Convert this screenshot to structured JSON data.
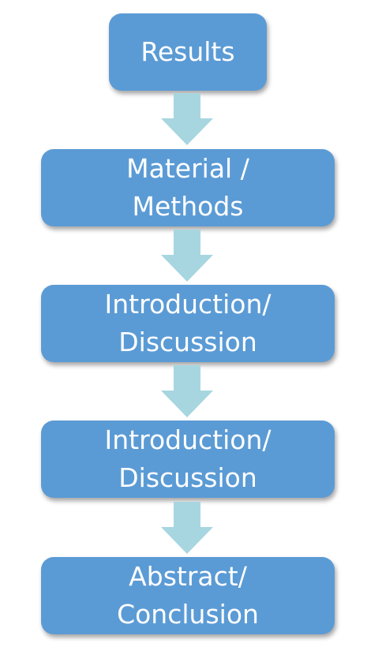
{
  "diagram": {
    "colors": {
      "box_fill": "#5b9bd5",
      "box_text": "#ffffff",
      "arrow_fill": "#a7d6e0"
    },
    "steps": [
      {
        "lines": [
          "Results"
        ]
      },
      {
        "lines": [
          "Material /",
          "Methods"
        ]
      },
      {
        "lines": [
          "Introduction/",
          "Discussion"
        ]
      },
      {
        "lines": [
          "Introduction/",
          "Discussion"
        ]
      },
      {
        "lines": [
          "Abstract/",
          "Conclusion"
        ]
      }
    ]
  }
}
